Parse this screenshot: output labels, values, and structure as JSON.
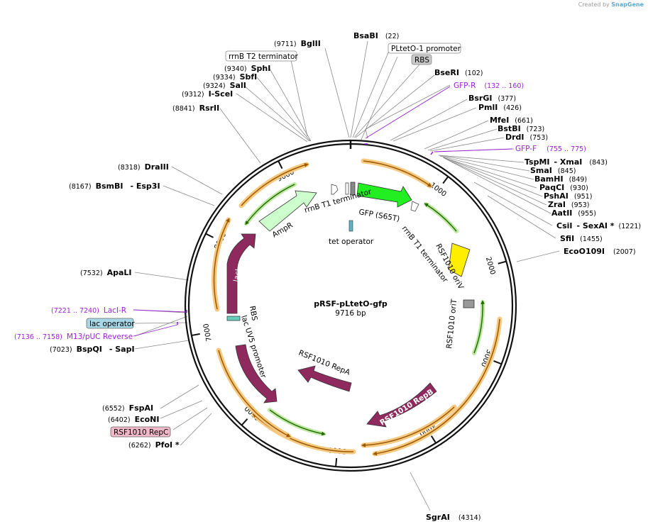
{
  "credit": {
    "text": "Created by",
    "brand": "SnapGene"
  },
  "plasmid": {
    "name": "pRSF-pLtetO-gfp",
    "size_label": "9716 bp",
    "length": 9716
  },
  "ticks": [
    "1000",
    "2000",
    "3000",
    "4000",
    "5000",
    "6000",
    "7000",
    "8000",
    "9000"
  ],
  "enzymes": [
    {
      "name": "BsaBI",
      "pos": "(22)"
    },
    {
      "name": "BseRI",
      "pos": "(102)"
    },
    {
      "name": "BsrGI",
      "pos": "(377)"
    },
    {
      "name": "PmlI",
      "pos": "(426)"
    },
    {
      "name": "MfeI",
      "pos": "(661)"
    },
    {
      "name": "BstBI",
      "pos": "(723)"
    },
    {
      "name": "DrdI",
      "pos": "(753)"
    },
    {
      "name": "TspMI",
      "pos": "(843)",
      "alias": "- XmaI"
    },
    {
      "name": "SmaI",
      "pos": "(845)"
    },
    {
      "name": "BamHI",
      "pos": "(849)"
    },
    {
      "name": "PaqCI",
      "pos": "(930)"
    },
    {
      "name": "PshAI",
      "pos": "(951)"
    },
    {
      "name": "ZraI",
      "pos": "(953)"
    },
    {
      "name": "AatII",
      "pos": "(955)"
    },
    {
      "name": "CsiI",
      "pos": "(1221)",
      "alias": "- SexAI *"
    },
    {
      "name": "SfiI",
      "pos": "(1455)"
    },
    {
      "name": "EcoO109I",
      "pos": "(2007)"
    },
    {
      "name": "SgrAI",
      "pos": "(4314)"
    },
    {
      "name": "PfoI *",
      "pos": "(6262)"
    },
    {
      "name": "EcoNI",
      "pos": "(6402)"
    },
    {
      "name": "FspAI",
      "pos": "(6552)"
    },
    {
      "name": "BspQI",
      "pos": "(7023)",
      "alias": "- SapI"
    },
    {
      "name": "ApaLI",
      "pos": "(7532)"
    },
    {
      "name": "BsmBI",
      "pos": "(8167)",
      "alias": "- Esp3I"
    },
    {
      "name": "DraIII",
      "pos": "(8318)"
    },
    {
      "name": "RsrII",
      "pos": "(8841)"
    },
    {
      "name": "I-SceI",
      "pos": "(9312)"
    },
    {
      "name": "SalI",
      "pos": "(9324)"
    },
    {
      "name": "SbfI",
      "pos": "(9334)"
    },
    {
      "name": "SphI",
      "pos": "(9340)"
    },
    {
      "name": "BglII",
      "pos": "(9711)"
    }
  ],
  "primers": [
    {
      "name": "GFP-R",
      "pos": "(132 .. 160)"
    },
    {
      "name": "GFP-F",
      "pos": "(755 .. 775)"
    },
    {
      "name": "LacI-R",
      "pos": "(7221 .. 7240)"
    },
    {
      "name": "M13/pUC Reverse",
      "pos": "(7136 .. 7158)"
    }
  ],
  "boxes": [
    "rrnB T2 terminator",
    "PLtetO-1 promoter",
    "RBS",
    "lac operator",
    "RSF1010 RepC"
  ],
  "features": [
    "GFP (S65T)",
    "rrnB T1 terminator",
    "rrnB T1 terminator",
    "tet operator",
    "AmpR",
    "lacI",
    "RBS",
    "lac UV5 promoter",
    "RSF1010 oriV",
    "RSF1010 oriT",
    "RSF1010 RepB",
    "RSF1010 RepA"
  ],
  "colors": {
    "gfp": "#22ee22",
    "ampr": "#ccffcc",
    "cds": "#8f2a5e",
    "oriv": "#ffee00",
    "orit": "#999999",
    "tetop": "#5fb2c8",
    "lacop": "#a8d8e8",
    "repc": "#f0b8c8",
    "primer": "#9b1fd6",
    "orange": "#f6c880",
    "green": "#bce8a0"
  }
}
